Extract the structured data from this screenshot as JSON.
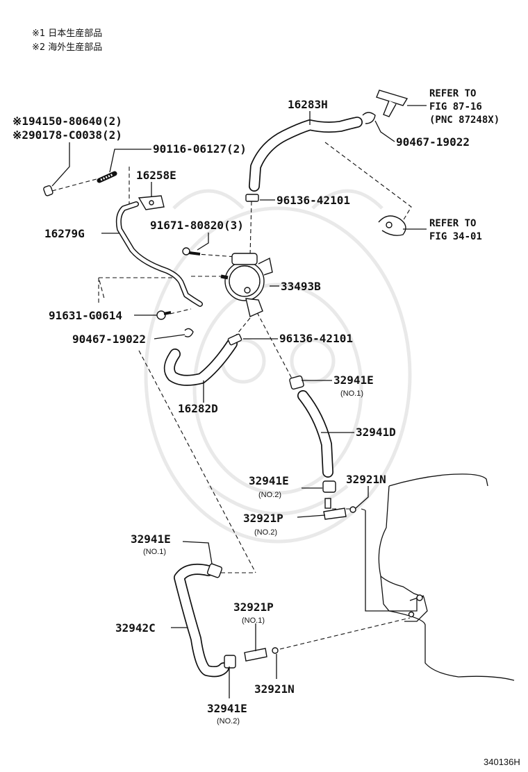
{
  "notes": {
    "note1": "※1 日本生産部品",
    "note2": "※2 海外生産部品"
  },
  "labels": {
    "p1": "※194150-80640(2)",
    "p2": "※290178-C0038(2)",
    "p3": "90116-06127(2)",
    "p4": "16258E",
    "p5": "16279G",
    "p6": "91671-80820(3)",
    "p7": "91631-G0614",
    "p8": "90467-19022",
    "p9": "16282D",
    "p10": "16283H",
    "p11": "96136-42101",
    "p12": "33493B",
    "p13": "96136-42101",
    "p14": "90467-19022",
    "p15": "32941E",
    "p15_sub": "(NO.1)",
    "p16": "32941D",
    "p17": "32941E",
    "p17_sub": "(NO.2)",
    "p18": "32921N",
    "p19": "32921P",
    "p19_sub": "(NO.2)",
    "p20": "32941E",
    "p20_sub": "(NO.1)",
    "p21": "32942C",
    "p22": "32921P",
    "p22_sub": "(NO.1)",
    "p23": "32921N",
    "p24": "32941E",
    "p24_sub": "(NO.2)"
  },
  "refs": {
    "ref1_line1": "REFER TO",
    "ref1_line2": "FIG 87-16",
    "ref1_line3": "(PNC 87248X)",
    "ref2_line1": "REFER TO",
    "ref2_line2": "FIG 34-01"
  },
  "figure_id": "340136H"
}
